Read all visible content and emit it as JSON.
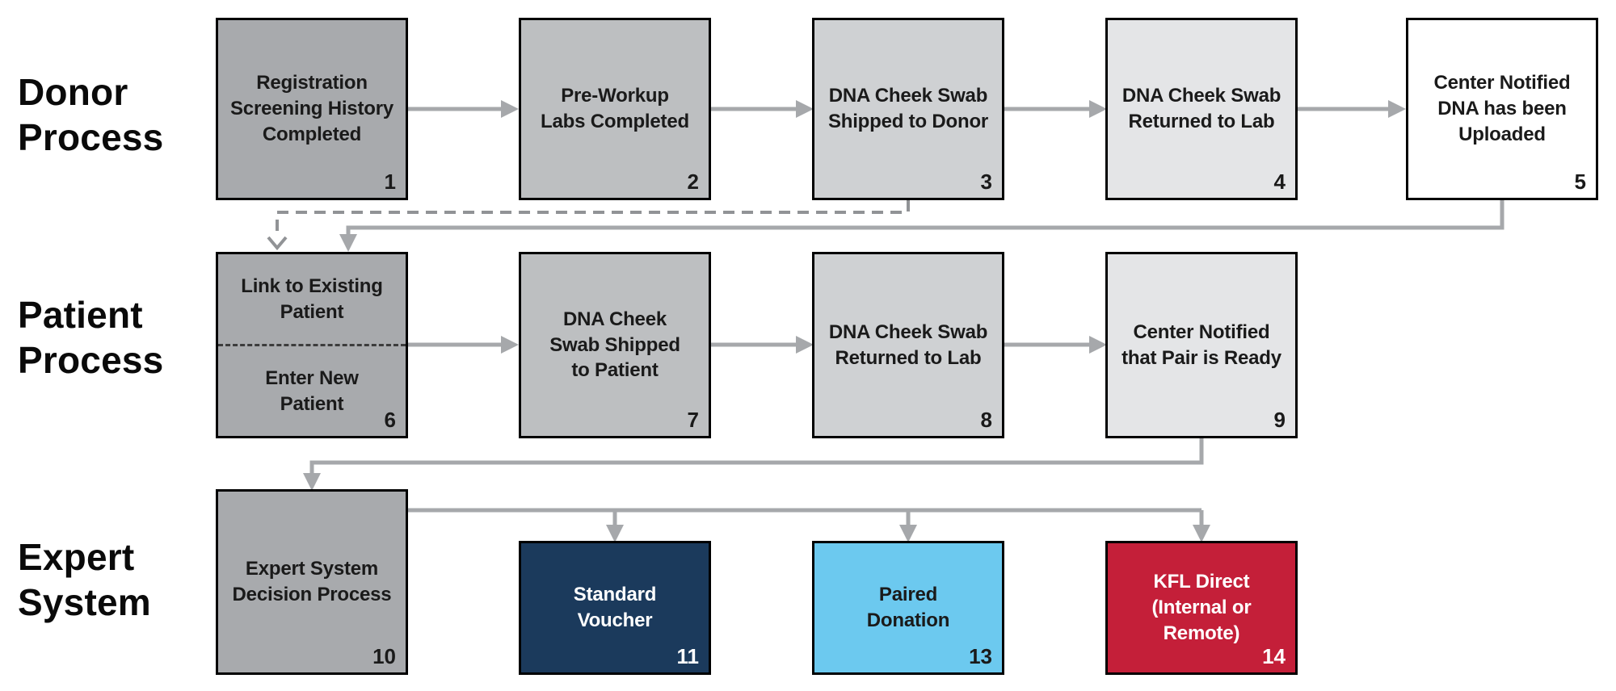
{
  "row_labels": {
    "donor": "Donor\nProcess",
    "patient": "Patient\nProcess",
    "expert": "Expert\nSystem"
  },
  "boxes": {
    "b1": {
      "label": "Registration\nScreening History\nCompleted",
      "number": "1"
    },
    "b2": {
      "label": "Pre-Workup\nLabs Completed",
      "number": "2"
    },
    "b3": {
      "label": "DNA Cheek Swab\nShipped to Donor",
      "number": "3"
    },
    "b4": {
      "label": "DNA Cheek Swab\nReturned to Lab",
      "number": "4"
    },
    "b5": {
      "label": "Center Notified\nDNA has been\nUploaded",
      "number": "5"
    },
    "b6": {
      "label_top": "Link to Existing\nPatient",
      "label_bottom": "Enter New\nPatient",
      "number": "6"
    },
    "b7": {
      "label": "DNA Cheek\nSwab Shipped\nto Patient",
      "number": "7"
    },
    "b8": {
      "label": "DNA Cheek Swab\nReturned to Lab",
      "number": "8"
    },
    "b9": {
      "label": "Center Notified\nthat Pair is Ready",
      "number": "9"
    },
    "b10": {
      "label": "Expert System\nDecision Process",
      "number": "10"
    },
    "b11": {
      "label": "Standard\nVoucher",
      "number": "11"
    },
    "b13": {
      "label": "Paired\nDonation",
      "number": "13"
    },
    "b14": {
      "label": "KFL Direct\n(Internal or\nRemote)",
      "number": "14"
    }
  },
  "colors": {
    "box_shade_1": "#a8aaad",
    "box_shade_2": "#bdbfc1",
    "box_shade_3": "#cfd1d3",
    "box_shade_4": "#e4e5e7",
    "box_white": "#ffffff",
    "navy": "#1b3a5c",
    "light_blue": "#6cc9ef",
    "red": "#c41f39",
    "arrow_gray": "#a6a8ab",
    "dashed_gray": "#919396",
    "box_border": "#000000",
    "text_dark": "#1a1a1a",
    "text_light": "#ffffff"
  }
}
